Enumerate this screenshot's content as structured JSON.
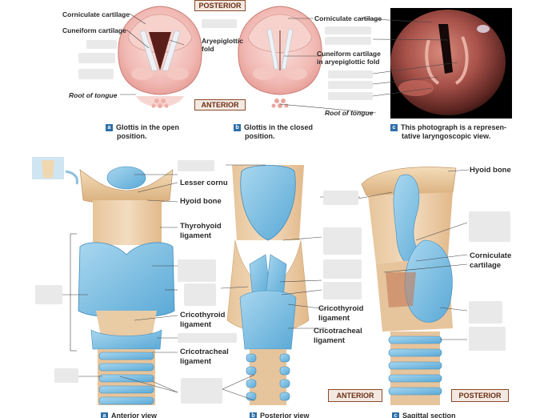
{
  "top_panels": {
    "orientation": {
      "posterior": "POSTERIOR",
      "anterior": "ANTERIOR"
    },
    "panel_a": {
      "labels": {
        "corniculate": "Corniculate cartilage",
        "cuneiform": "Cuneiform cartilage",
        "aryepiglottic": "Aryepiglottic",
        "aryepiglottic2": "fold",
        "root": "Root of tongue"
      },
      "caption": {
        "badge": "a",
        "line1": "Glottis in the open",
        "line2": "position."
      }
    },
    "panel_b": {
      "labels": {
        "corniculate": "Corniculate cartilage",
        "cuneiform1": "Cuneiform cartilage",
        "cuneiform2": "in aryepiglottic fold",
        "root": "Root of tongue"
      },
      "caption": {
        "badge": "b",
        "line1": "Glottis in the closed",
        "line2": "position."
      }
    },
    "panel_c": {
      "caption": {
        "badge": "c",
        "line1": "This photograph is a represen-",
        "line2": "tative laryngoscopic view."
      }
    }
  },
  "bottom_panels": {
    "anterior_view": {
      "labels": {
        "lesser_cornu": "Lesser cornu",
        "hyoid": "Hyoid bone",
        "thyrohyoid1": "Thyrohyoid",
        "thyrohyoid2": "ligament",
        "cricothyroid1": "Cricothyroid",
        "cricothyroid2": "ligament",
        "cricotracheal1": "Cricotracheal",
        "cricotracheal2": "ligament"
      },
      "caption": {
        "badge": "a",
        "text": "Anterior view"
      }
    },
    "posterior_view": {
      "labels": {
        "cricothyroid1": "Cricothyroid",
        "cricothyroid2": "ligament",
        "cricotracheal1": "Cricotracheal",
        "cricotracheal2": "ligament",
        "anterior_tag": "ANTERIOR"
      },
      "caption": {
        "badge": "b",
        "text": "Posterior view"
      }
    },
    "sagittal_section": {
      "labels": {
        "hyoid": "Hyoid bone",
        "corniculate1": "Corniculate",
        "corniculate2": "cartilage",
        "posterior_tag": "POSTERIOR"
      },
      "caption": {
        "badge": "c",
        "text": "Sagittal section"
      }
    }
  }
}
